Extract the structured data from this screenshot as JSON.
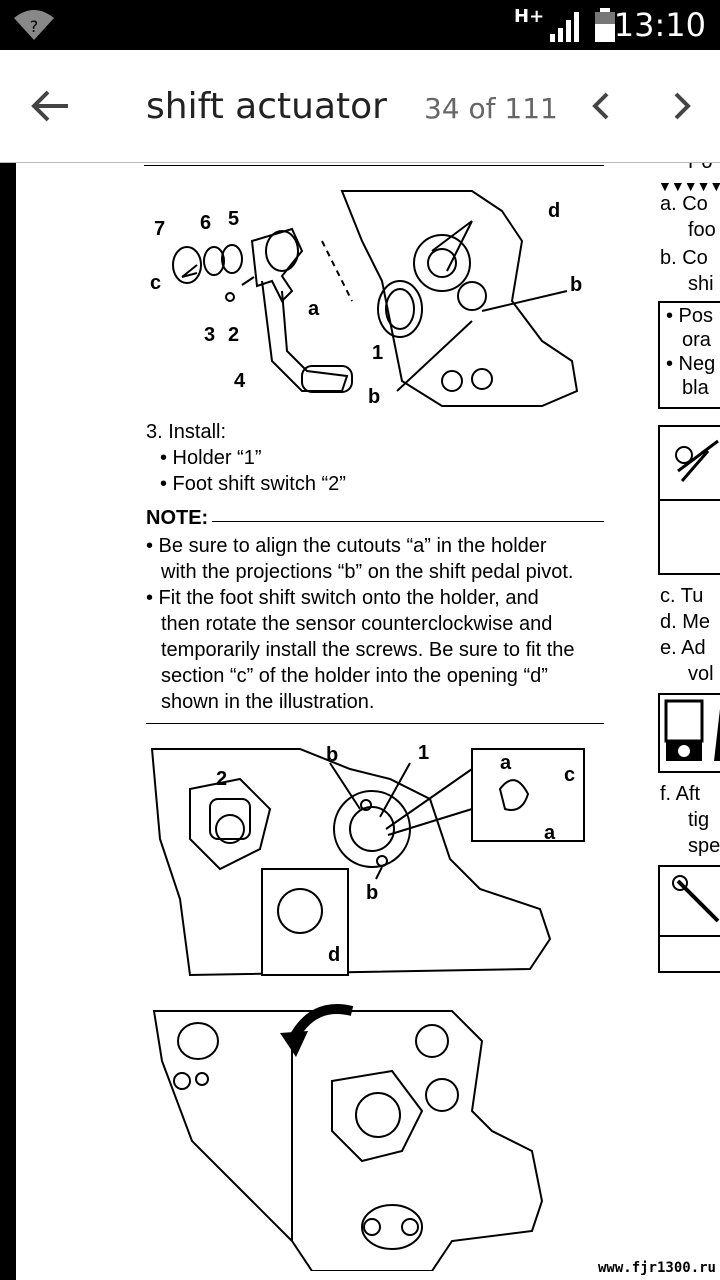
{
  "status_bar": {
    "network": "H+",
    "time": "13:10"
  },
  "toolbar": {
    "title": "shift actuator",
    "page_count": "34 of 111"
  },
  "figure1": {
    "labels": [
      "7",
      "6",
      "5",
      "c",
      "3",
      "2",
      "a",
      "4",
      "d",
      "b",
      "1",
      "b"
    ]
  },
  "instructions": {
    "step": "3.  Install:",
    "items": [
      "• Holder “1”",
      "• Foot shift switch “2”"
    ],
    "note_label": "NOTE:",
    "note_lines": [
      "• Be sure to align the cutouts “a” in the holder",
      "with the projections “b” on the shift pedal pivot.",
      "• Fit the foot shift switch onto the holder, and",
      "then rotate the sensor counterclockwise and",
      "temporarily install the screws. Be sure to fit the",
      "section “c” of the holder into the opening “d”",
      "shown in the illustration."
    ]
  },
  "figure2": {
    "labels": [
      "b",
      "1",
      "2",
      "a",
      "c",
      "a",
      "b",
      "d"
    ]
  },
  "right_column": {
    "top_fragment": "Po",
    "marks": "▼▼▼▼▼",
    "line_a1": "a.  Co",
    "line_a2": "foo",
    "line_b1": "b.  Co",
    "line_b2": "shi",
    "box1": [
      "• Pos",
      "ora",
      "• Neg",
      "bla"
    ],
    "line_c": "c.  Tu",
    "line_d": "d.  Me",
    "line_e1": "e.  Ad",
    "line_e2": "vol",
    "line_f1": "f.   Aft",
    "line_f2": "tig",
    "line_f3": "spe"
  },
  "watermark": "www.fjr1300.ru"
}
